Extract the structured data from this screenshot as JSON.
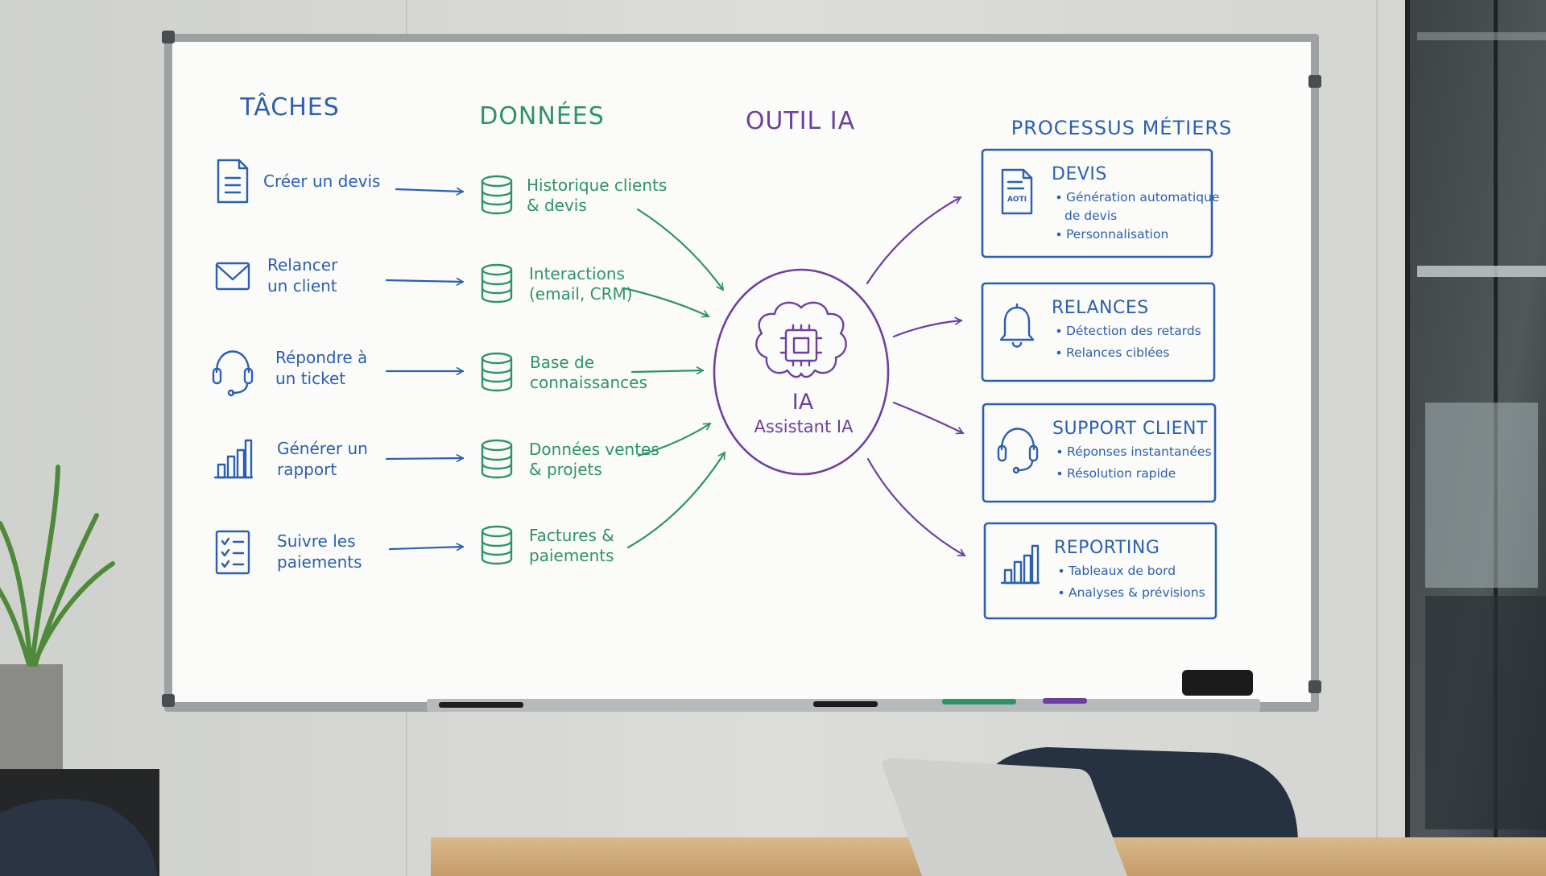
{
  "colors": {
    "blue": "#2b5fb0",
    "green": "#2d9467",
    "purple": "#6e3fa0",
    "board": "#fbfbfa",
    "wall": "#d6d7d4"
  },
  "columns": {
    "taches": "TÂCHES",
    "donnees": "DONNÉES",
    "outil": "OUTIL IA",
    "processus": "PROCESSUS MÉTIERS"
  },
  "tasks": [
    {
      "icon": "document-icon",
      "lines": [
        "Créer un devis"
      ]
    },
    {
      "icon": "envelope-icon",
      "lines": [
        "Relancer",
        "un client"
      ]
    },
    {
      "icon": "headset-icon",
      "lines": [
        "Répondre à",
        "un ticket"
      ]
    },
    {
      "icon": "bar-chart-icon",
      "lines": [
        "Générer un",
        "rapport"
      ]
    },
    {
      "icon": "checklist-icon",
      "lines": [
        "Suivre les",
        "paiements"
      ]
    }
  ],
  "data_sources": [
    {
      "icon": "database-icon",
      "lines": [
        "Historique clients",
        "& devis"
      ]
    },
    {
      "icon": "database-icon",
      "lines": [
        "Interactions",
        "(email, CRM)"
      ]
    },
    {
      "icon": "database-icon",
      "lines": [
        "Base de",
        "connaissances"
      ]
    },
    {
      "icon": "database-icon",
      "lines": [
        "Données ventes",
        "& projets"
      ]
    },
    {
      "icon": "database-icon",
      "lines": [
        "Factures &",
        "paiements"
      ]
    }
  ],
  "ai_tool": {
    "icon": "brain-chip-icon",
    "title": "IA",
    "subtitle": "Assistant IA"
  },
  "processes": [
    {
      "icon": "invoice-icon",
      "icon_text": "AOTI",
      "title": "DEVIS",
      "bullets": [
        "Génération automatique",
        "de devis",
        "Personnalisation"
      ]
    },
    {
      "icon": "bell-icon",
      "title": "RELANCES",
      "bullets": [
        "Détection des retards",
        "Relances ciblées"
      ]
    },
    {
      "icon": "headset-icon",
      "title": "SUPPORT CLIENT",
      "bullets": [
        "Réponses instantanées",
        "Résolution rapide"
      ]
    },
    {
      "icon": "bar-chart-icon",
      "title": "REPORTING",
      "bullets": [
        "Tableaux de bord",
        "Analyses & prévisions"
      ]
    }
  ]
}
